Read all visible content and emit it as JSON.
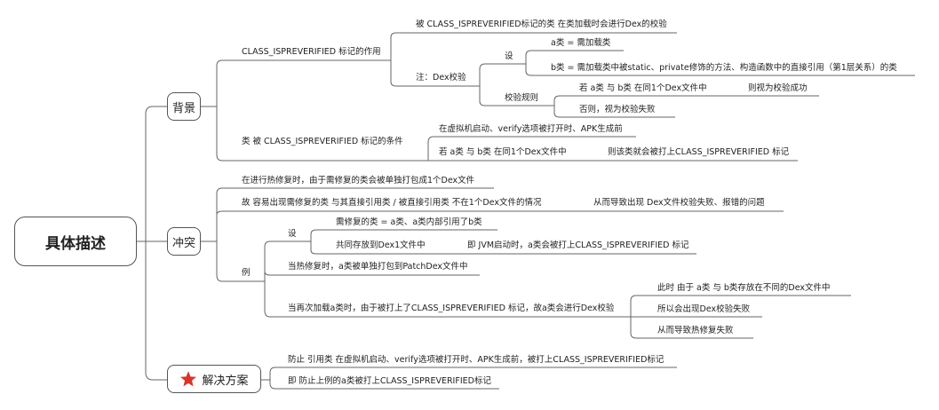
{
  "root": "具体描述",
  "background": {
    "label": "背景",
    "role_title": "CLASS_ISPREVERIFIED 标记的作用",
    "role_desc": "被 CLASS_ISPREVERIFIED标记的类 在类加载时会进行Dex的校验",
    "note": "注：Dex校验",
    "assume": "设",
    "a_def": "a类 = 需加载类",
    "b_def": "b类 = 需加载类中被static、private修饰的方法、构造函数中的直接引用（第1层关系）的类",
    "rule": "校验规则",
    "rule_1a": "若 a类 与 b类 在同1个Dex文件中",
    "rule_1b": "则视为校验成功",
    "rule_2": "否则，视为校验失败",
    "cond_title": "类 被 CLASS_ISPREVERIFIED 标记的条件",
    "cond_1": "在虚拟机启动、verify选项被打开时、APK生成前",
    "cond_2a": "若 a类 与 b类 在同1个Dex文件中",
    "cond_2b": "则该类就会被打上CLASS_ISPREVERIFIED 标记"
  },
  "conflict": {
    "label": "冲突",
    "line1": "在进行热修复时，由于需修复的类会被单独打包成1个Dex文件",
    "line2a": "故 容易出现需修复的类 与其直接引用类 / 被直接引用类 不在1个Dex文件的情况",
    "line2b": "从而导致出现 Dex文件校验失败、报错的问题",
    "example": "例",
    "assume": "设",
    "ex_a": "需修复的类 = a类、a类内部引用了b类",
    "ex_b1": "共同存放到Dex1文件中",
    "ex_b2": "即 JVM启动时，a类会被打上CLASS_ISPREVERIFIED 标记",
    "ex_c": "当热修复时，a类被单独打包到PatchDex文件中",
    "ex_d": "当再次加载a类时，由于被打上了CLASS_ISPREVERIFIED 标记，故a类会进行Dex校验",
    "ex_e1": "此时 由于 a类 与 b类存放在不同的Dex文件中",
    "ex_e2": "所以会出现Dex校验失败",
    "ex_e3": "从而导致热修复失败"
  },
  "solution": {
    "label": "解决方案",
    "icon": "star-icon",
    "star_color": "#d9342b",
    "line1": "防止 引用类 在虚拟机启动、verify选项被打开时、APK生成前，被打上CLASS_ISPREVERIFIED标记",
    "line2": "即 防止上例的a类被打上CLASS_ISPREVERIFIED标记"
  }
}
